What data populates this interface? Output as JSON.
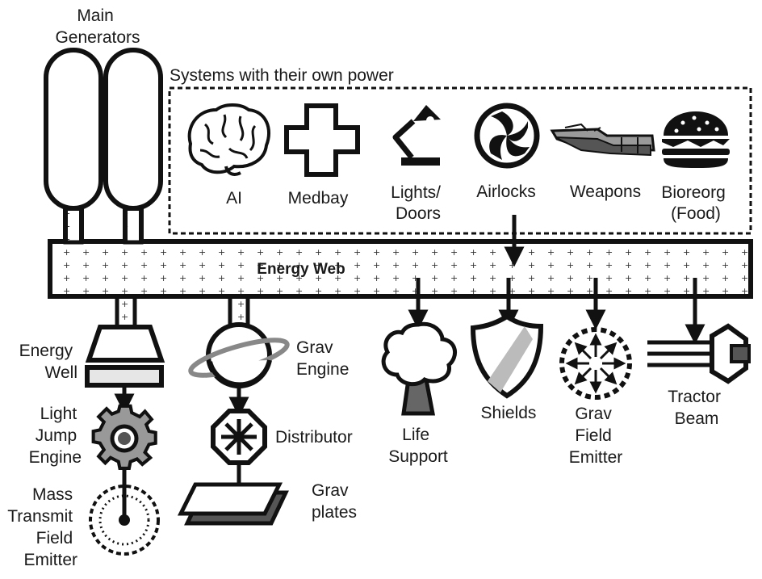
{
  "labels": {
    "main_generators": [
      "Main",
      "Generators"
    ],
    "own_power": "Systems with their own power",
    "ai": "AI",
    "medbay": "Medbay",
    "lights_doors": [
      "Lights/",
      "Doors"
    ],
    "airlocks": "Airlocks",
    "weapons": "Weapons",
    "bioreorg": [
      "Bioreorg",
      "(Food)"
    ],
    "energy_web": "Energy Web",
    "energy_well": [
      "Energy",
      "Well"
    ],
    "grav_engine": [
      "Grav",
      "Engine"
    ],
    "light_jump_engine": [
      "Light",
      "Jump",
      "Engine"
    ],
    "distributor": "Distributor",
    "mass_transmit": [
      "Mass",
      "Transmit",
      "Field",
      "Emitter"
    ],
    "grav_plates": [
      "Grav",
      "plates"
    ],
    "life_support": [
      "Life",
      "Support"
    ],
    "shields": "Shields",
    "grav_field_emitter": [
      "Grav",
      "Field",
      "Emitter"
    ],
    "tractor_beam": [
      "Tractor",
      "Beam"
    ]
  },
  "colors": {
    "ink": "#111111",
    "fill_light": "#f2f2f2",
    "fill_mid": "#bdbdbd",
    "fill_dark": "#7a7a7a"
  },
  "icons": [
    "brain-icon",
    "cross-icon",
    "lamp-icon",
    "aperture-icon",
    "rifles-icon",
    "burger-icon",
    "tree-icon",
    "shield-icon",
    "burst-icon",
    "gear-icon",
    "snowflake-icon",
    "planet-icon"
  ]
}
